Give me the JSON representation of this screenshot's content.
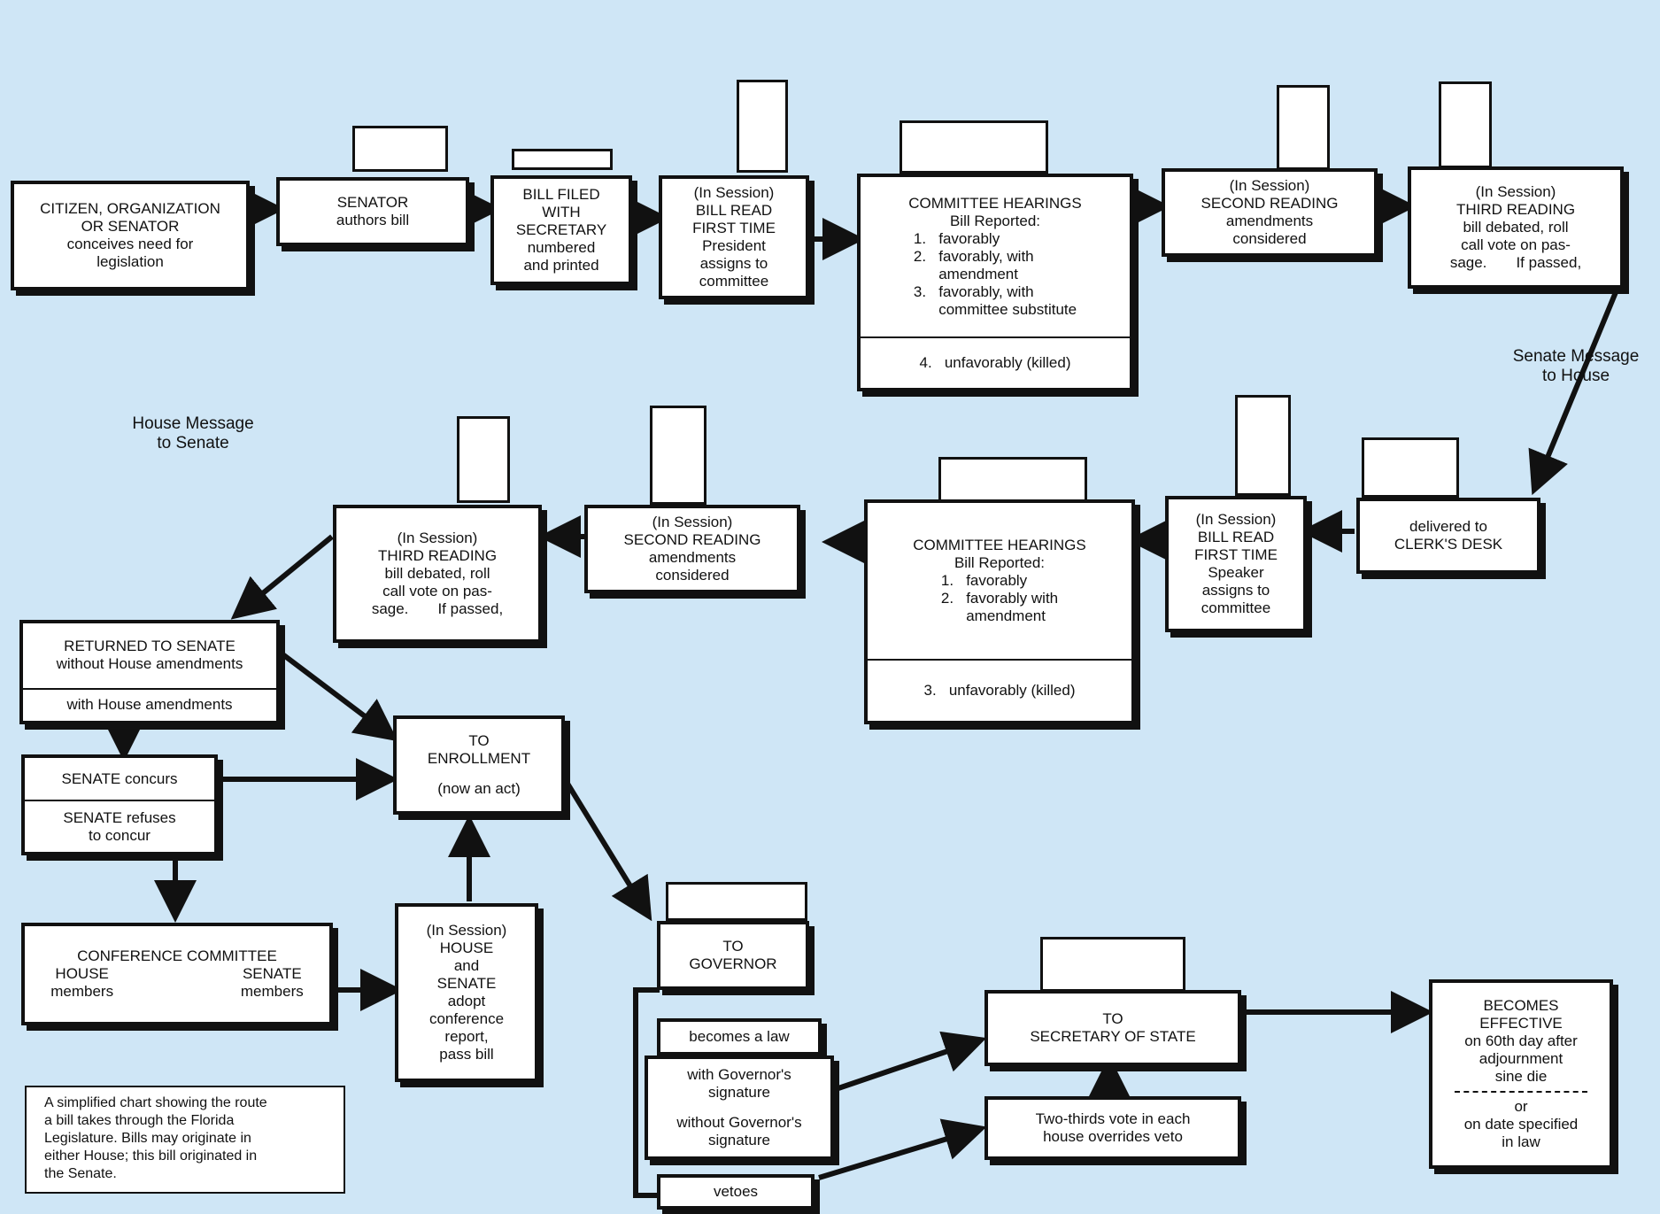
{
  "boxes": {
    "citizen": [
      "CITIZEN, ORGANIZATION",
      "OR SENATOR",
      "conceives need for",
      "legislation"
    ],
    "senator": [
      "SENATOR",
      "authors bill"
    ],
    "filed": [
      "BILL FILED",
      "WITH",
      "SECRETARY",
      "numbered",
      "and printed"
    ],
    "senate_first": [
      "(In Session)",
      "BILL READ",
      "FIRST TIME",
      "President",
      "assigns to",
      "committee"
    ],
    "senate_committee": {
      "title": "COMMITTEE HEARINGS",
      "subtitle": "Bill Reported:",
      "items": [
        "1.   favorably",
        "2.   favorably, with",
        "      amendment",
        "3.   favorably, with",
        "      committee substitute"
      ],
      "killed": "4.   unfavorably (killed)"
    },
    "senate_second": [
      "(In Session)",
      "SECOND READING",
      "amendments",
      "considered"
    ],
    "senate_third": [
      "(In Session)",
      "THIRD READING",
      "bill debated, roll",
      "call vote on pas-",
      "sage.       If passed,"
    ],
    "clerk": [
      "delivered to",
      "CLERK'S DESK"
    ],
    "house_first": [
      "(In Session)",
      "BILL READ",
      "FIRST TIME",
      "Speaker",
      "assigns to",
      "committee"
    ],
    "house_committee": {
      "title": "COMMITTEE HEARINGS",
      "subtitle": "Bill Reported:",
      "items": [
        "1.   favorably",
        "2.   favorably with",
        "      amendment"
      ],
      "killed": "3.   unfavorably (killed)"
    },
    "house_second": [
      "(In Session)",
      "SECOND READING",
      "amendments",
      "considered"
    ],
    "house_third": [
      "(In Session)",
      "THIRD READING",
      "bill debated, roll",
      "call vote on pas-",
      "sage.       If passed,"
    ],
    "returned": {
      "top": [
        "RETURNED TO SENATE",
        "without House amendments"
      ],
      "bottom": "with House amendments"
    },
    "concur": {
      "top": "SENATE concurs",
      "bottom": [
        "SENATE refuses",
        "to concur"
      ]
    },
    "conference": {
      "title": "CONFERENCE COMMITTEE",
      "left": [
        "HOUSE",
        "members"
      ],
      "right": [
        "SENATE",
        "members"
      ]
    },
    "enrollment": [
      "TO",
      "ENROLLMENT",
      "",
      "(now an act)"
    ],
    "adopt": [
      "(In Session)",
      "HOUSE",
      "and",
      "SENATE",
      "adopt",
      "conference",
      "report,",
      "pass bill"
    ],
    "governor": [
      "TO",
      "GOVERNOR"
    ],
    "law": "becomes a law",
    "signature": [
      "with Governor's",
      "signature",
      "",
      "without Governor's",
      "signature"
    ],
    "vetoes": "vetoes",
    "secretary_state": [
      "TO",
      "SECRETARY OF STATE"
    ],
    "override": [
      "Two-thirds vote in each",
      "house overrides veto"
    ],
    "effective": {
      "top": [
        "BECOMES",
        "EFFECTIVE",
        "on 60th day after",
        "adjournment",
        "sine die"
      ],
      "bottom": [
        "or",
        "on date specified",
        "in law"
      ]
    }
  },
  "labels": {
    "senate_msg": [
      "Senate Message",
      "to House"
    ],
    "house_msg": [
      "House Message",
      "to Senate"
    ]
  },
  "note": [
    "A simplified chart showing the route",
    "a bill takes through the Florida",
    "Legislature. Bills may originate in",
    "either House; this bill originated in",
    "the Senate."
  ],
  "colors": {
    "background": "#cfe6f6",
    "ink": "#111111",
    "box": "#ffffff"
  }
}
